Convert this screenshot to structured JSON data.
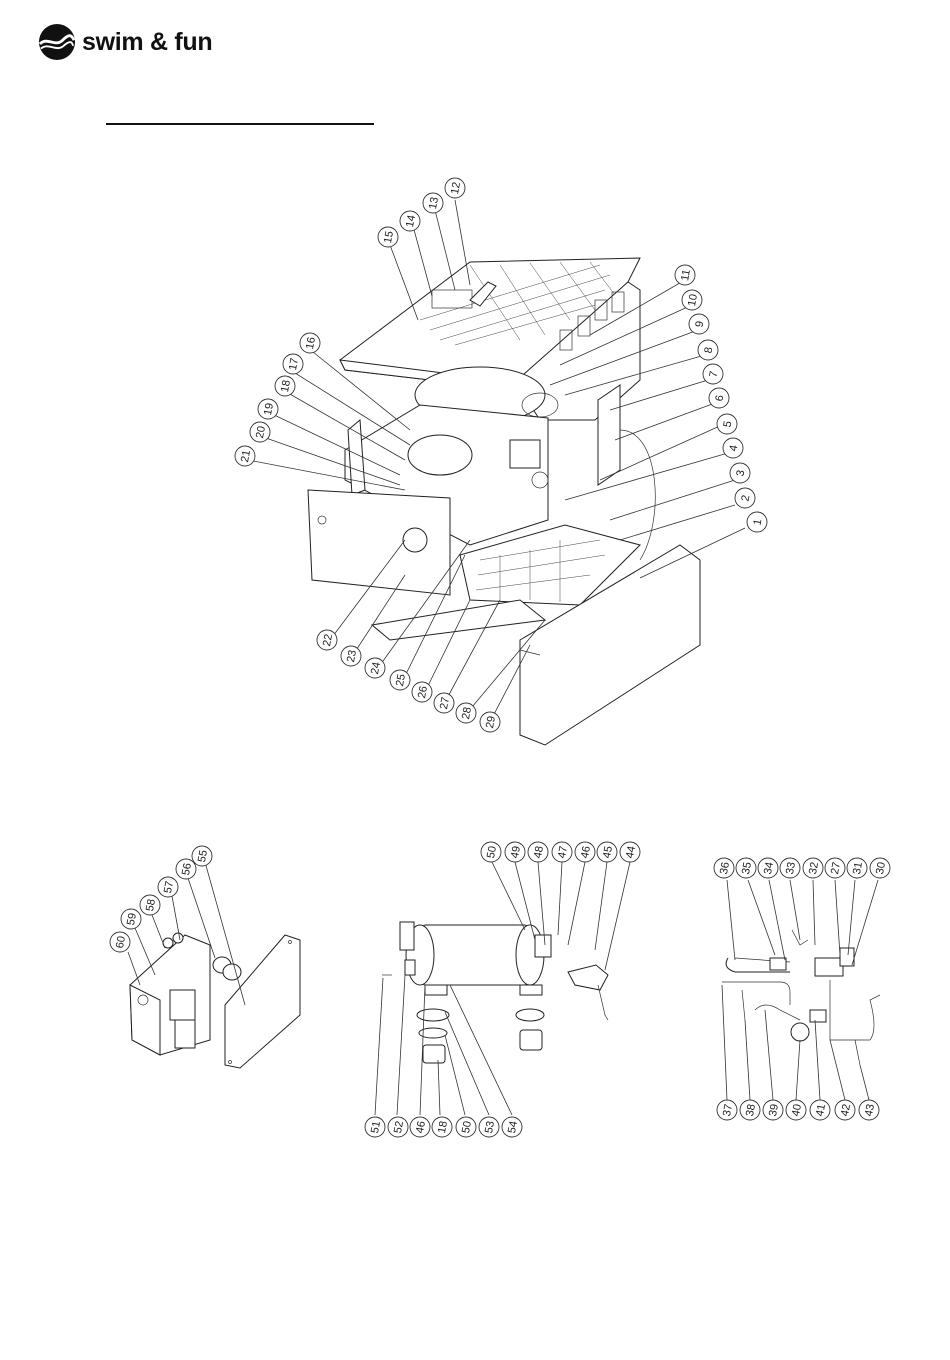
{
  "brand": {
    "name": "swim & fun"
  },
  "main_assembly": {
    "callouts": [
      "1",
      "2",
      "3",
      "4",
      "5",
      "6",
      "7",
      "8",
      "9",
      "10",
      "11",
      "12",
      "13",
      "14",
      "15",
      "16",
      "17",
      "18",
      "19",
      "20",
      "21",
      "22",
      "23",
      "24",
      "25",
      "26",
      "27",
      "28",
      "29"
    ]
  },
  "heat_exchanger_assembly": {
    "callouts_top": [
      "50",
      "49",
      "48",
      "47",
      "46",
      "45",
      "44"
    ],
    "callouts_bottom": [
      "51",
      "52",
      "46",
      "18",
      "50",
      "53",
      "54"
    ]
  },
  "piping_assembly": {
    "callouts_top": [
      "36",
      "35",
      "34",
      "33",
      "32",
      "27",
      "31",
      "30"
    ],
    "callouts_bottom": [
      "37",
      "38",
      "39",
      "40",
      "41",
      "42",
      "43"
    ]
  },
  "control_box_assembly": {
    "callouts": [
      "60",
      "59",
      "58",
      "57",
      "56",
      "55"
    ]
  }
}
